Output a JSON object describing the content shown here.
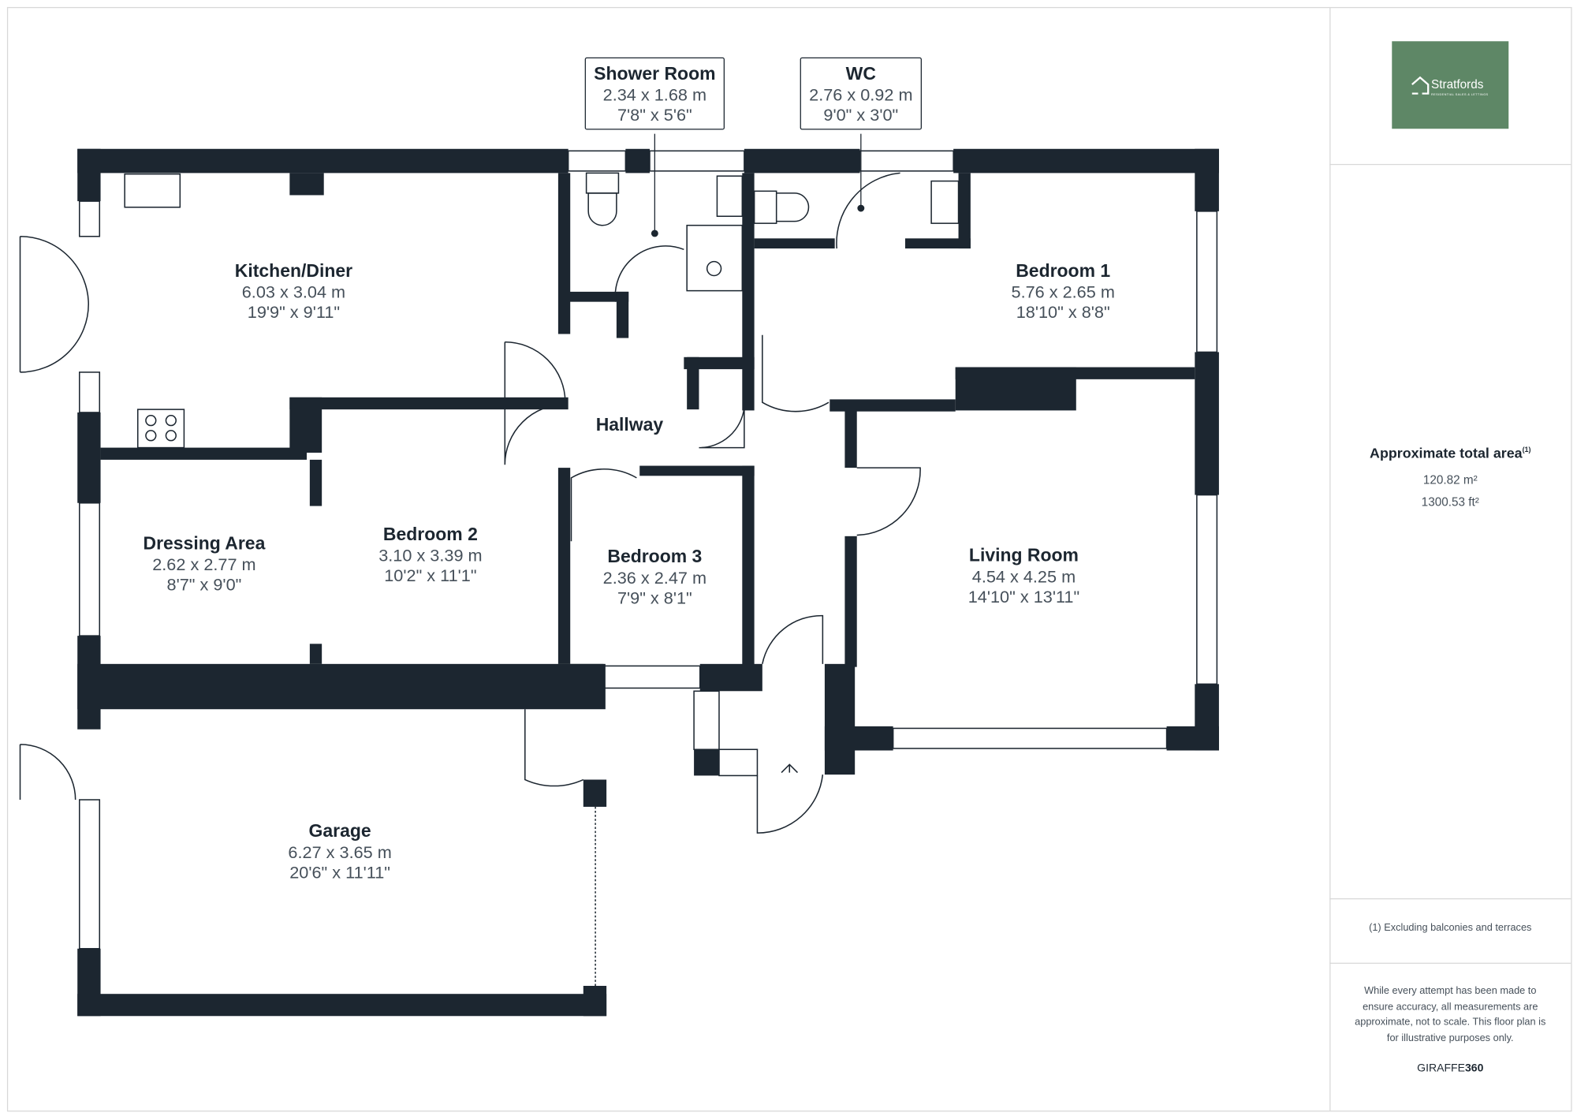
{
  "brand": {
    "name": "Stratfords",
    "tagline": "RESIDENTIAL SALES & LETTINGS",
    "color": "#5e8766"
  },
  "rooms": [
    {
      "id": "shower-room",
      "name": "Shower Room",
      "metric": "2.34 x 1.68 m",
      "imperial": "7'8\" x 5'6\""
    },
    {
      "id": "wc",
      "name": "WC",
      "metric": "2.76 x 0.92 m",
      "imperial": "9'0\" x 3'0\""
    },
    {
      "id": "kitchen-diner",
      "name": "Kitchen/Diner",
      "metric": "6.03 x 3.04 m",
      "imperial": "19'9\" x 9'11\""
    },
    {
      "id": "bedroom-1",
      "name": "Bedroom 1",
      "metric": "5.76 x 2.65 m",
      "imperial": "18'10\" x 8'8\""
    },
    {
      "id": "hallway",
      "name": "Hallway"
    },
    {
      "id": "dressing-area",
      "name": "Dressing Area",
      "metric": "2.62 x 2.77 m",
      "imperial": "8'7\" x 9'0\""
    },
    {
      "id": "bedroom-2",
      "name": "Bedroom 2",
      "metric": "3.10 x 3.39 m",
      "imperial": "10'2\" x 11'1\""
    },
    {
      "id": "bedroom-3",
      "name": "Bedroom 3",
      "metric": "2.36 x 2.47 m",
      "imperial": "7'9\" x 8'1\""
    },
    {
      "id": "living-room",
      "name": "Living Room",
      "metric": "4.54 x 4.25 m",
      "imperial": "14'10\" x 13'11\""
    },
    {
      "id": "garage",
      "name": "Garage",
      "metric": "6.27 x 3.65 m",
      "imperial": "20'6\" x 11'11\""
    }
  ],
  "area": {
    "title": "Approximate total area",
    "footnote_mark": "(1)",
    "metric": "120.82 m²",
    "imperial": "1300.53 ft²"
  },
  "footnote": "(1) Excluding balconies and terraces",
  "disclaimer": "While every attempt has been made to ensure accuracy, all measurements are approximate, not to scale. This floor plan is for illustrative purposes only.",
  "credit": {
    "a": "GIRAFFE",
    "b": "360"
  },
  "colors": {
    "wall": "#1c2630",
    "text": "#46505a"
  }
}
